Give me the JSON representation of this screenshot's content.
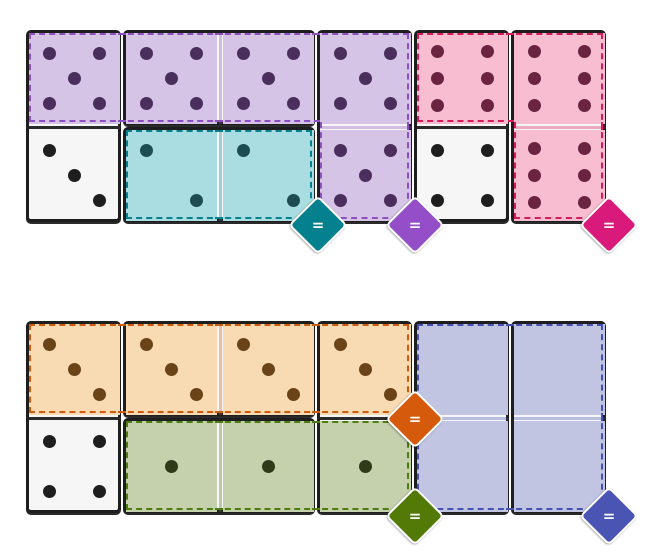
{
  "colors": {
    "domino_bg": "#f6f6f6",
    "domino_border": "#1e1e1e",
    "pip_default": "#1e1e1e"
  },
  "dominoes": [
    {
      "id": "d1",
      "orientation": "vertical",
      "row": 0,
      "col": 0,
      "values": [
        5,
        3
      ]
    },
    {
      "id": "d2",
      "orientation": "horizontal",
      "row": 0,
      "col": 1,
      "values": [
        5,
        5
      ]
    },
    {
      "id": "d3",
      "orientation": "vertical",
      "row": 0,
      "col": 3,
      "values": [
        5,
        5
      ]
    },
    {
      "id": "d4",
      "orientation": "vertical",
      "row": 0,
      "col": 4,
      "values": [
        6,
        4
      ]
    },
    {
      "id": "d5",
      "orientation": "vertical",
      "row": 0,
      "col": 5,
      "values": [
        6,
        6
      ]
    },
    {
      "id": "d6",
      "orientation": "horizontal",
      "row": 1,
      "col": 1,
      "values": [
        2,
        2
      ]
    },
    {
      "id": "d7",
      "orientation": "vertical",
      "row": 3,
      "col": 0,
      "values": [
        3,
        4
      ]
    },
    {
      "id": "d8",
      "orientation": "horizontal",
      "row": 3,
      "col": 1,
      "values": [
        3,
        3
      ]
    },
    {
      "id": "d9",
      "orientation": "vertical",
      "row": 3,
      "col": 3,
      "values": [
        3,
        1
      ]
    },
    {
      "id": "d10",
      "orientation": "vertical",
      "row": 3,
      "col": 4,
      "values": [
        0,
        0
      ]
    },
    {
      "id": "d11",
      "orientation": "vertical",
      "row": 3,
      "col": 5,
      "values": [
        0,
        0
      ]
    },
    {
      "id": "d12",
      "orientation": "horizontal",
      "row": 4,
      "col": 1,
      "values": [
        1,
        1
      ]
    }
  ],
  "regions": [
    {
      "id": "r1",
      "color": "#8e4fc0",
      "fill": "#d6c4e6",
      "pip": "#4a2f5c",
      "cells": [
        [
          0,
          0
        ],
        [
          0,
          1
        ],
        [
          0,
          2
        ],
        [
          0,
          3
        ],
        [
          1,
          3
        ]
      ],
      "constraint": "="
    },
    {
      "id": "r2",
      "color": "#d61a5c",
      "fill": "#f8bdd0",
      "pip": "#6b2440",
      "cells": [
        [
          0,
          4
        ],
        [
          0,
          5
        ],
        [
          1,
          5
        ]
      ],
      "constraint": "="
    },
    {
      "id": "r3",
      "color": "#05808e",
      "fill": "#aadde2",
      "pip": "#1d4d52",
      "cells": [
        [
          1,
          1
        ],
        [
          1,
          2
        ]
      ],
      "constraint": "="
    },
    {
      "id": "r4",
      "color": "#cf5b0e",
      "fill": "#f8dbb2",
      "pip": "#6a4418",
      "cells": [
        [
          3,
          0
        ],
        [
          3,
          1
        ],
        [
          3,
          2
        ],
        [
          3,
          3
        ]
      ],
      "constraint": "="
    },
    {
      "id": "r5",
      "color": "#4d7d0f",
      "fill": "#c5d0ad",
      "pip": "#2e3a1a",
      "cells": [
        [
          4,
          1
        ],
        [
          4,
          2
        ],
        [
          4,
          3
        ]
      ],
      "constraint": "="
    },
    {
      "id": "r6",
      "color": "#4652b3",
      "fill": "#c1c5e2",
      "pip": "#2e3469",
      "cells": [
        [
          3,
          4
        ],
        [
          3,
          5
        ],
        [
          4,
          4
        ],
        [
          4,
          5
        ]
      ],
      "constraint": "="
    }
  ],
  "badges": [
    {
      "region": "r3",
      "label": "=",
      "color": "#05808e",
      "row": 1,
      "col": 2
    },
    {
      "region": "r1",
      "label": "=",
      "color": "#944fc8",
      "row": 1,
      "col": 3
    },
    {
      "region": "r2",
      "label": "=",
      "color": "#d91a7a",
      "row": 1,
      "col": 5
    },
    {
      "region": "r4",
      "label": "=",
      "color": "#d55a0b",
      "row": 3,
      "col": 3
    },
    {
      "region": "r5",
      "label": "=",
      "color": "#537a07",
      "row": 4,
      "col": 3
    },
    {
      "region": "r6",
      "label": "=",
      "color": "#4a54b3",
      "row": 4,
      "col": 5
    }
  ]
}
